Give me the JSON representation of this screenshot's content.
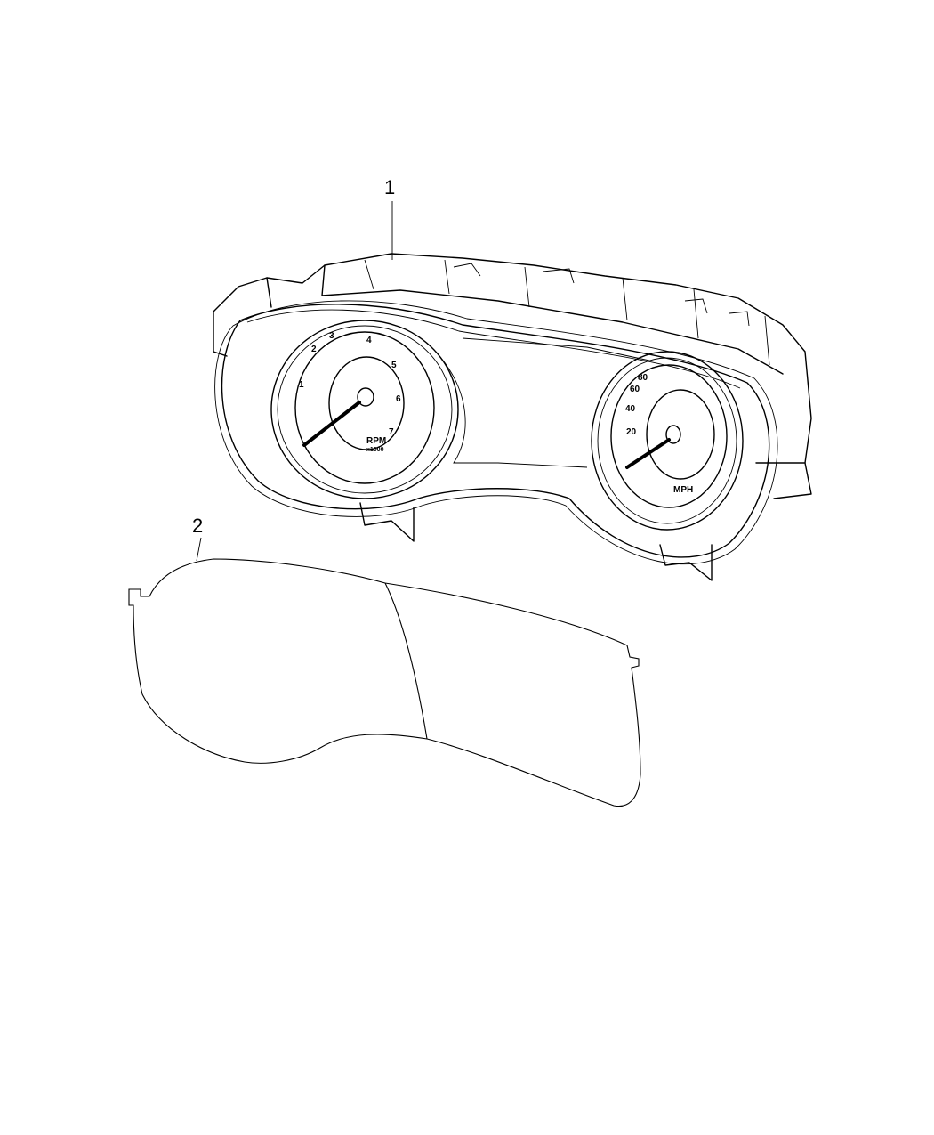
{
  "callouts": [
    {
      "number": "1",
      "part": "instrument-cluster"
    },
    {
      "number": "2",
      "part": "cluster-lens"
    }
  ],
  "tachometer": {
    "ticks": [
      "1",
      "2",
      "3",
      "4",
      "5",
      "6",
      "7"
    ],
    "label": "RPM",
    "sublabel": "x1000"
  },
  "speedometer": {
    "ticks": [
      "20",
      "40",
      "60",
      "80"
    ],
    "label": "MPH"
  },
  "colors": {
    "line": "#000000",
    "background": "#ffffff"
  }
}
